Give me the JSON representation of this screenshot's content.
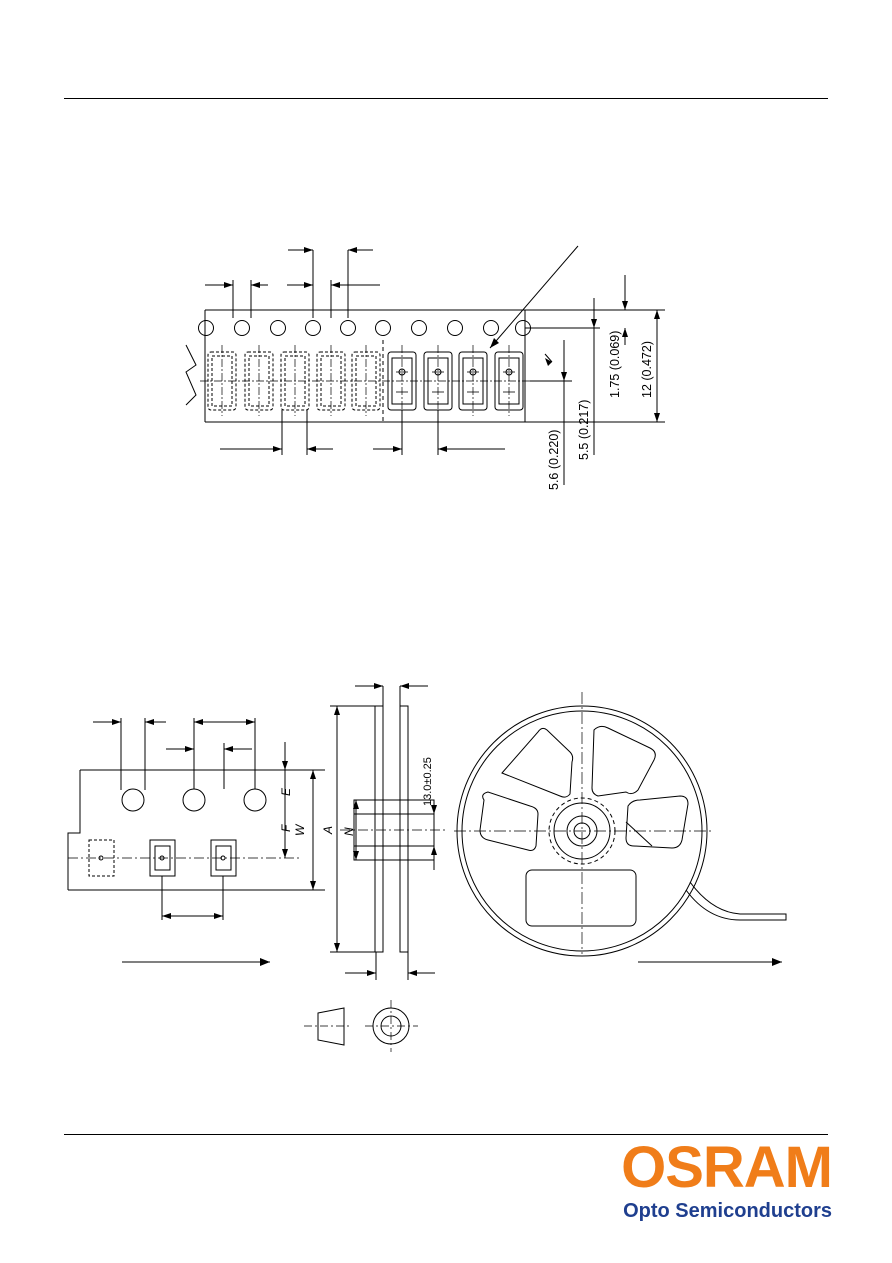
{
  "tape_drawing": {
    "dims": {
      "d1": "1.75 (0.069)",
      "d2": "12 (0.472)",
      "d3": "5.5 (0.217)",
      "d4": "5.6 (0.220)"
    }
  },
  "reel_drawing": {
    "labels": {
      "E": "E",
      "F": "F",
      "W": "W",
      "A": "A",
      "N": "N",
      "hub": "13.0±0.25"
    }
  },
  "footer": {
    "brand": "OSRAM",
    "tagline": "Opto Semiconductors",
    "brand_color": "#f07d19",
    "tagline_color": "#1f3f8f"
  }
}
